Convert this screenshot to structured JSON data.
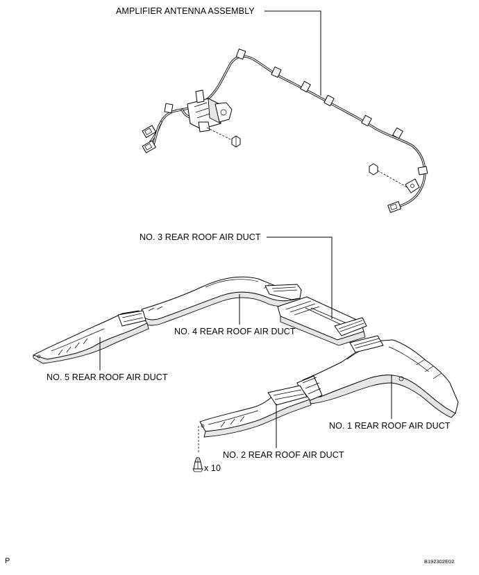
{
  "labels": {
    "amplifier_antenna": "AMPLIFIER ANTENNA ASSEMBLY",
    "duct3": "NO. 3 REAR ROOF AIR DUCT",
    "duct4": "NO. 4 REAR ROOF AIR DUCT",
    "duct5": "NO. 5 REAR ROOF AIR DUCT",
    "duct1": "NO. 1 REAR ROOF AIR DUCT",
    "duct2": "NO. 2 REAR ROOF AIR DUCT",
    "clip_qty": "x 10"
  },
  "footer": {
    "left_code": "P",
    "figure_id": "B192302E02"
  }
}
